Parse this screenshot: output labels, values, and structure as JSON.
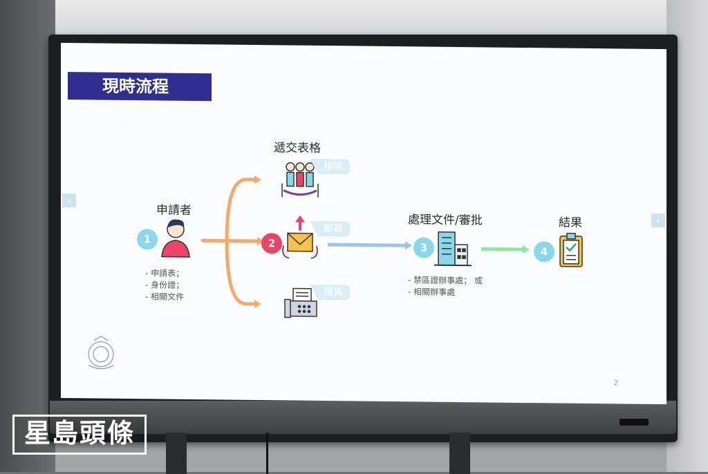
{
  "slide": {
    "title": "現時流程",
    "page_number": "2",
    "step1": {
      "number": "1",
      "label": "申請者",
      "notes": [
        "- 申請表；",
        "- 身份證；",
        "- 相關文件"
      ]
    },
    "submit": {
      "label": "遞交表格",
      "methods": [
        {
          "name": "排隊"
        },
        {
          "name": "郵寄"
        },
        {
          "name": "傳真"
        }
      ],
      "number": "2"
    },
    "step3": {
      "number": "3",
      "label": "處理文件/審批",
      "notes": [
        "- 禁區證辦事處； 或",
        "- 相關辦事處"
      ]
    },
    "step4": {
      "number": "4",
      "label": "結果"
    }
  },
  "colors": {
    "title_bg": "#2f2f8f",
    "circle_teal": "#8ad7ea",
    "circle_red": "#ea4466",
    "arrow_orange": "#f4a86c",
    "arrow_blue": "#9cc4ea",
    "arrow_green": "#8ee6a0"
  },
  "watermark": "星島頭條"
}
